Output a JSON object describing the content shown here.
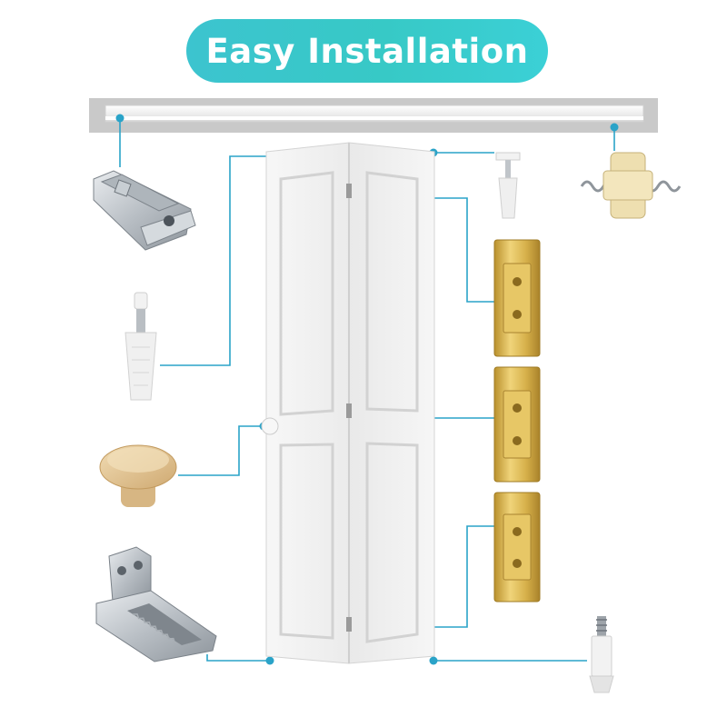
{
  "title": "Easy Installation",
  "colors": {
    "accent": "#3cc4cf",
    "connector": "#2aa3c8",
    "rail_frame": "#c9c9c9",
    "door": "#f4f4f4",
    "hinge_gold": "#d9b44a",
    "knob_wood": "#e2c79a"
  },
  "parts": [
    "top-track-rail",
    "track-bracket",
    "top-pivot-pin",
    "spring-roller-guide",
    "pivot-pin-socket",
    "wood-knob",
    "hinge",
    "floor-bracket",
    "bottom-pivot-pin"
  ]
}
